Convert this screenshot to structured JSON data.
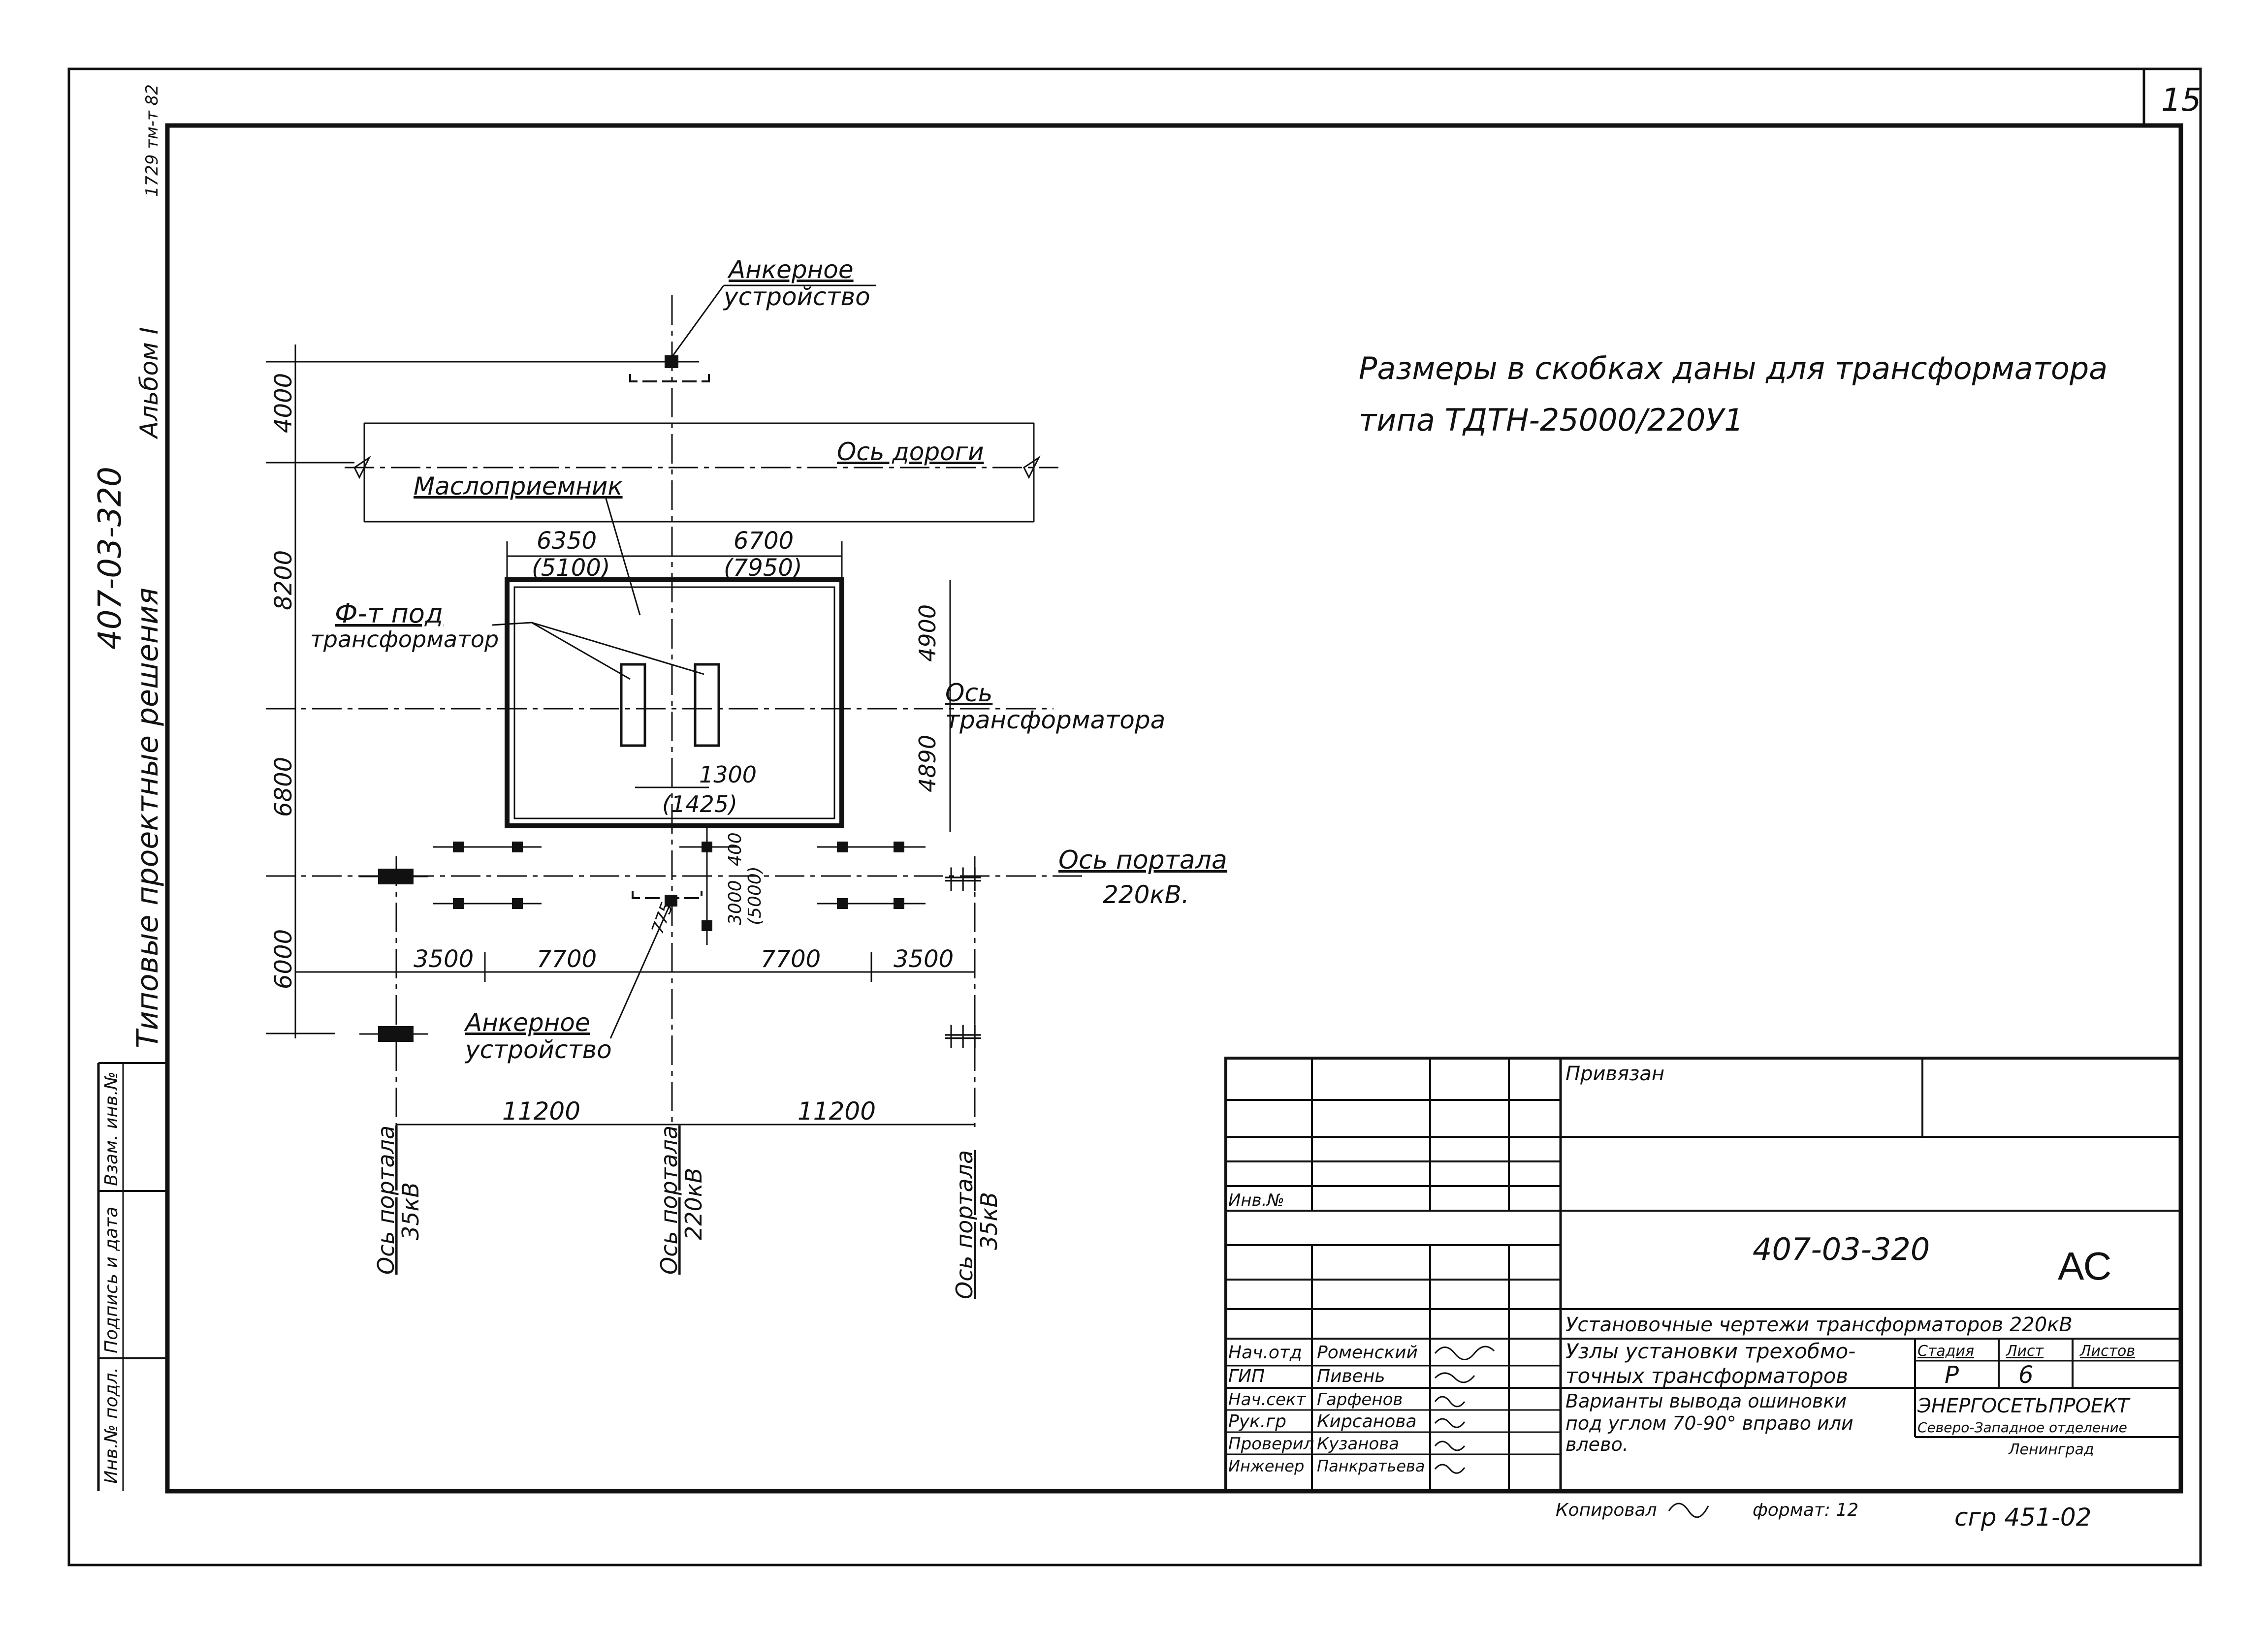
{
  "sheet": {
    "number": "15"
  },
  "stamp_margin": {
    "stamp": "1729 тм-т 82"
  },
  "side_title": {
    "project_code": "407-03-320",
    "album": "Альбом I",
    "collection": "Типовые проектные решения"
  },
  "side_boxes": {
    "inv_podl": "Инв.№ подл.",
    "podpis": "Подпись и дата",
    "vzam": "Взам. инв.№"
  },
  "note": {
    "line1": "Размеры в скобках даны для трансформатора",
    "line2": "типа ТДТН-25000/220У1"
  },
  "labels": {
    "anchor_top_1": "Анкерное",
    "anchor_top_2": "устройство",
    "road_axis": "Ось дороги",
    "oil_receiver": "Маслоприемник",
    "foundation_1": "Ф-т под",
    "foundation_2": "трансформатор",
    "transformer_axis_1": "Ось",
    "transformer_axis_2": "трансформатора",
    "portal_axis_1": "Ось портала",
    "portal_axis_2": "220кВ.",
    "anchor_bottom_1": "Анкерное",
    "anchor_bottom_2": "устройство",
    "axis_left_1": "Ось портала",
    "axis_left_2": "35кВ",
    "axis_mid_1": "Ось портала",
    "axis_mid_2": "220кВ",
    "axis_right_1": "Ось портала",
    "axis_right_2": "35кВ"
  },
  "dimensions": {
    "d4000": "4000",
    "d8200": "8200",
    "d6800": "6800",
    "d6000": "6000",
    "d6350": "6350",
    "d5100": "(5100)",
    "d6700": "6700",
    "d7950": "(7950)",
    "d4900": "4900",
    "d4890": "4890",
    "d1300": "1300",
    "d1425": "(1425)",
    "d3000": "3000",
    "d400": "400",
    "d5000": "(5000)",
    "d775": "775",
    "d3500a": "3500",
    "d7700a": "7700",
    "d7700b": "7700",
    "d3500b": "3500",
    "d11200a": "11200",
    "d11200b": "11200"
  },
  "title_block": {
    "inv_no": "Инв.№",
    "privyazan": "Привязан",
    "doc_code": "407-03-320",
    "mark": "АС",
    "title_main": "Установочные чертежи трансформаторов 220кВ",
    "title_sub_1": "Узлы установки трехобмо-",
    "title_sub_2": "точных трансформаторов",
    "variant_1": "Варианты вывода ошиновки",
    "variant_2": "под углом 70-90° вправо или",
    "variant_3": "влево.",
    "col_stage": "Стадия",
    "col_sheet": "Лист",
    "col_sheets": "Листов",
    "stage": "Р",
    "sheet": "6",
    "org_1": "ЭНЕРГОСЕТЬПРОЕКТ",
    "org_2": "Северо-Западное отделение",
    "org_3": "Ленинград",
    "copied": "Копировал",
    "format": "формат: 12",
    "order": "сгр 451-02",
    "roles": [
      {
        "role": "Нач.отд",
        "name": "Роменский"
      },
      {
        "role": "ГИП",
        "name": "Пивень"
      },
      {
        "role": "Нач.сект",
        "name": "Гарфенов"
      },
      {
        "role": "Рук.гр",
        "name": "Кирсанова"
      },
      {
        "role": "Проверил",
        "name": "Кузанова"
      },
      {
        "role": "Инженер",
        "name": "Панкратьева"
      }
    ]
  }
}
